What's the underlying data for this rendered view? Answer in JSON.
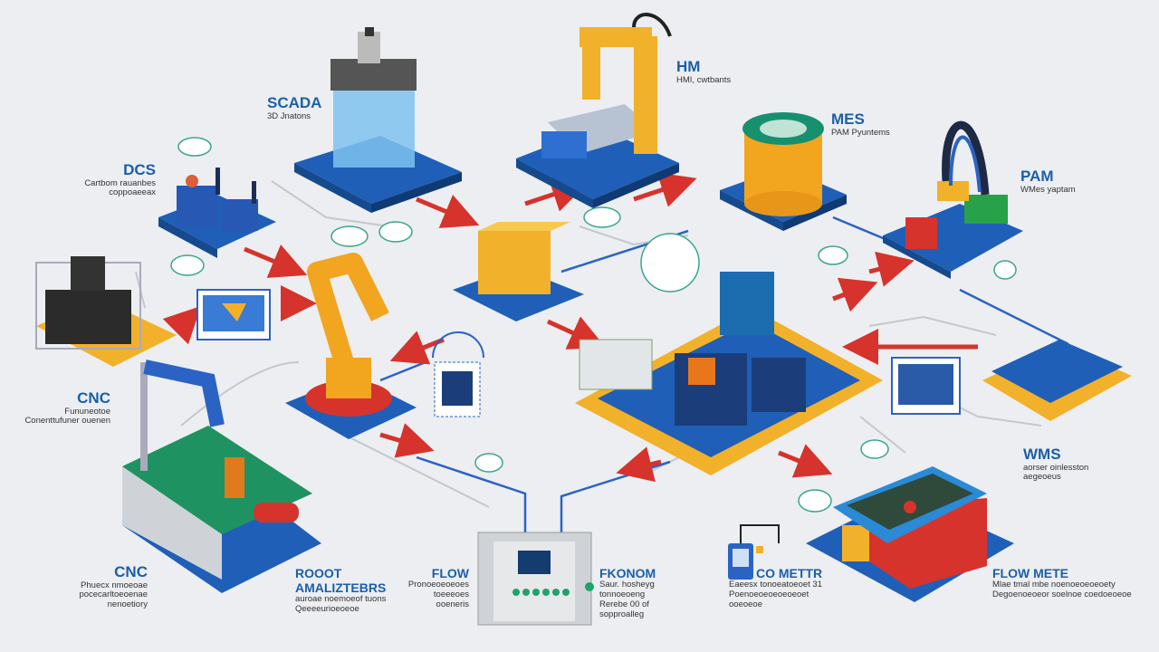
{
  "labels": {
    "scada": {
      "title": "SCADA",
      "lines": [
        "3D Jnatons"
      ]
    },
    "dcs": {
      "title": "DCS",
      "lines": [
        "Cartbom rauanbes",
        "coppoaeeax"
      ]
    },
    "hm": {
      "title": "HM",
      "lines": [
        "HMI, cwtbants"
      ]
    },
    "mes": {
      "title": "MES",
      "lines": [
        "PAM Pyuntems"
      ]
    },
    "pam": {
      "title": "PAM",
      "lines": [
        "WMes yaptam"
      ]
    },
    "cnc_top": {
      "title": "CNC",
      "lines": [
        "Fununeotoe",
        "Conenttufuner ouenen"
      ]
    },
    "cnc_bottom": {
      "title": "CNC",
      "lines": [
        "Phuecx nmoeoae",
        "pocecarltoeoenae",
        "nenoetiory"
      ]
    },
    "robot": {
      "title": "ROOOT AMALIZTEBRS",
      "lines": [
        "auroae noemoeof tuons",
        "Qeeeeurioeoeoe"
      ]
    },
    "flow": {
      "title": "FLOW",
      "lines": [
        "Pronoeoeoeoes",
        "toeeeoes",
        "ooeneris"
      ]
    },
    "fkonom": {
      "title": "FKONOM",
      "lines": [
        "Saur. hosheyg",
        "tonnoeoeng",
        "Rerebe 00 of",
        "sopproalleg"
      ]
    },
    "wms": {
      "title": "WMS",
      "lines": [
        "aorser oinlesston",
        "aegeoeus"
      ]
    },
    "co_meter": {
      "title": "CO METTR",
      "lines": [
        "Eaeesx tonoeatoeoet 31",
        "Poenoeoeoeoeoeoet",
        "ooeoeoe"
      ]
    },
    "flow_meter": {
      "title": "FLOW METE",
      "lines": [
        "Mlae tmal mbe noenoeoeoeoety",
        "Degoenoeoeor soelnoe coedoeoeoe"
      ]
    }
  },
  "colors": {
    "background": "#eceef1",
    "title_blue": "#1b5fa8",
    "platform_blue": "#1f5fb8",
    "accent_yellow": "#f2b12a",
    "arrow_red": "#d6332c",
    "line_gray": "#c4c8cd"
  }
}
